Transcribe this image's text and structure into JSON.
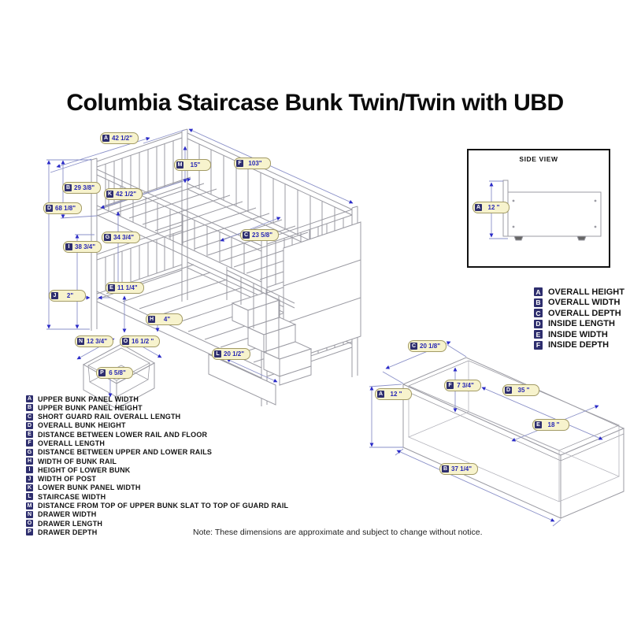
{
  "title": "Columbia Staircase Bunk Twin/Twin with UBD",
  "note": "Note: These dimensions are approximate and subject to change without notice.",
  "side_view": {
    "title": "SIDE VIEW",
    "dim": {
      "letter": "A",
      "value": "12 \""
    }
  },
  "bunk_dims": [
    {
      "letter": "A",
      "value": "42 1/2\""
    },
    {
      "letter": "B",
      "value": "29 3/8\""
    },
    {
      "letter": "C",
      "value": "23 5/8\""
    },
    {
      "letter": "D",
      "value": "68 1/8\""
    },
    {
      "letter": "E",
      "value": "11 1/4\""
    },
    {
      "letter": "F",
      "value": "103\""
    },
    {
      "letter": "G",
      "value": "34 3/4\""
    },
    {
      "letter": "H",
      "value": "4\""
    },
    {
      "letter": "I",
      "value": "38 3/4\""
    },
    {
      "letter": "J",
      "value": "2\""
    },
    {
      "letter": "K",
      "value": "42 1/2\""
    },
    {
      "letter": "L",
      "value": "20 1/2\""
    },
    {
      "letter": "M",
      "value": "15\""
    }
  ],
  "drawer_dims": [
    {
      "letter": "N",
      "value": "12 3/4\""
    },
    {
      "letter": "O",
      "value": "16 1/2 \""
    },
    {
      "letter": "P",
      "value": "6 5/8\""
    }
  ],
  "ubd_dims": [
    {
      "letter": "C",
      "value": "20 1/8\""
    },
    {
      "letter": "A",
      "value": "12 \""
    },
    {
      "letter": "F",
      "value": "7 3/4\""
    },
    {
      "letter": "D",
      "value": "35 \""
    },
    {
      "letter": "E",
      "value": "18 \""
    },
    {
      "letter": "B",
      "value": "37 1/4\""
    }
  ],
  "main_legend": [
    {
      "letter": "A",
      "label": "UPPER BUNK PANEL WIDTH"
    },
    {
      "letter": "B",
      "label": "UPPER BUNK PANEL HEIGHT"
    },
    {
      "letter": "C",
      "label": "SHORT GUARD RAIL OVERALL LENGTH"
    },
    {
      "letter": "D",
      "label": "OVERALL BUNK HEIGHT"
    },
    {
      "letter": "E",
      "label": "DISTANCE BETWEEN LOWER RAIL AND FLOOR"
    },
    {
      "letter": "F",
      "label": "OVERALL LENGTH"
    },
    {
      "letter": "G",
      "label": "DISTANCE BETWEEN UPPER AND LOWER RAILS"
    },
    {
      "letter": "H",
      "label": "WIDTH OF BUNK RAIL"
    },
    {
      "letter": "I",
      "label": "HEIGHT OF LOWER BUNK"
    },
    {
      "letter": "J",
      "label": "WIDTH OF POST"
    },
    {
      "letter": "K",
      "label": "LOWER BUNK PANEL WIDTH"
    },
    {
      "letter": "L",
      "label": "STAIRCASE WIDTH"
    },
    {
      "letter": "M",
      "label": "DISTANCE FROM TOP OF UPPER BUNK SLAT TO TOP OF GUARD RAIL"
    },
    {
      "letter": "N",
      "label": "DRAWER WIDTH"
    },
    {
      "letter": "O",
      "label": "DRAWER LENGTH"
    },
    {
      "letter": "P",
      "label": "DRAWER DEPTH"
    }
  ],
  "ubd_legend": [
    {
      "letter": "A",
      "label": "OVERALL HEIGHT"
    },
    {
      "letter": "B",
      "label": "OVERALL WIDTH"
    },
    {
      "letter": "C",
      "label": "OVERALL DEPTH"
    },
    {
      "letter": "D",
      "label": "INSIDE LENGTH"
    },
    {
      "letter": "E",
      "label": "INSIDE WIDTH"
    },
    {
      "letter": "F",
      "label": "INSIDE DEPTH"
    }
  ],
  "colors": {
    "accent_navy": "#2e2e6e",
    "chip_bg": "#f7f3cd",
    "dim_text_blue": "#2727b5",
    "arrow_blue": "#2a2ac8",
    "line_gray": "#9b9ba3"
  }
}
